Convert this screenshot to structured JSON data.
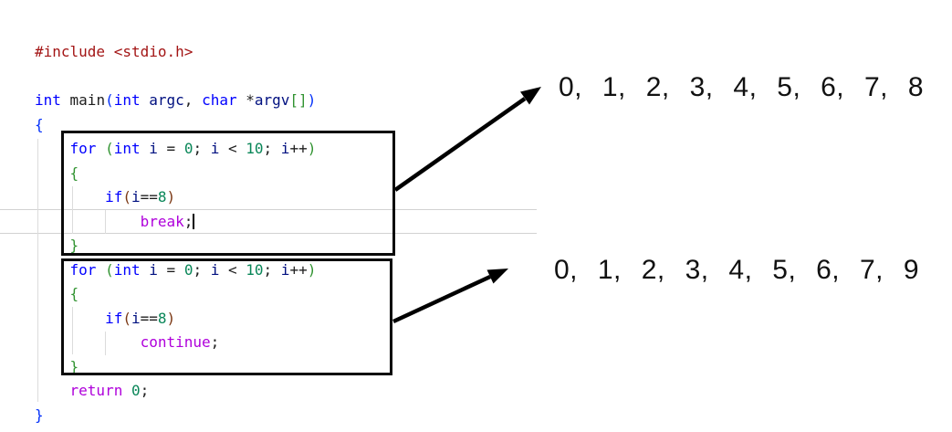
{
  "editor": {
    "token_colors": {
      "plain": "#1e1e1e",
      "preproc": "#a31515",
      "type": "#0000ff",
      "kw": "#0000ff",
      "ctrl": "#af00db",
      "var": "#001080",
      "num": "#098658",
      "b1": "#0431fa",
      "b2": "#319331",
      "b3": "#7b3814"
    },
    "lines": [
      {
        "tokens": [
          {
            "t": "#include ",
            "c": "preproc"
          },
          {
            "t": "<stdio.h>",
            "c": "preproc"
          }
        ]
      },
      {
        "tokens": []
      },
      {
        "tokens": [
          {
            "t": "int",
            "c": "type"
          },
          {
            "t": " main",
            "c": "plain"
          },
          {
            "t": "(",
            "c": "b1"
          },
          {
            "t": "int",
            "c": "type"
          },
          {
            "t": " ",
            "c": "plain"
          },
          {
            "t": "argc",
            "c": "var"
          },
          {
            "t": ", ",
            "c": "plain"
          },
          {
            "t": "char",
            "c": "type"
          },
          {
            "t": " *",
            "c": "plain"
          },
          {
            "t": "argv",
            "c": "var"
          },
          {
            "t": "[]",
            "c": "b2"
          },
          {
            "t": ")",
            "c": "b1"
          }
        ]
      },
      {
        "tokens": [
          {
            "t": "{",
            "c": "b1"
          }
        ]
      },
      {
        "tokens": [
          {
            "t": "    ",
            "c": "plain"
          },
          {
            "t": "for",
            "c": "kw"
          },
          {
            "t": " ",
            "c": "plain"
          },
          {
            "t": "(",
            "c": "b2"
          },
          {
            "t": "int",
            "c": "type"
          },
          {
            "t": " ",
            "c": "plain"
          },
          {
            "t": "i",
            "c": "var"
          },
          {
            "t": " = ",
            "c": "plain"
          },
          {
            "t": "0",
            "c": "num"
          },
          {
            "t": "; ",
            "c": "plain"
          },
          {
            "t": "i",
            "c": "var"
          },
          {
            "t": " < ",
            "c": "plain"
          },
          {
            "t": "10",
            "c": "num"
          },
          {
            "t": "; ",
            "c": "plain"
          },
          {
            "t": "i",
            "c": "var"
          },
          {
            "t": "++",
            "c": "plain"
          },
          {
            "t": ")",
            "c": "b2"
          }
        ]
      },
      {
        "tokens": [
          {
            "t": "    ",
            "c": "plain"
          },
          {
            "t": "{",
            "c": "b2"
          }
        ]
      },
      {
        "tokens": [
          {
            "t": "        ",
            "c": "plain"
          },
          {
            "t": "if",
            "c": "kw"
          },
          {
            "t": "(",
            "c": "b3"
          },
          {
            "t": "i",
            "c": "var"
          },
          {
            "t": "==",
            "c": "plain"
          },
          {
            "t": "8",
            "c": "num"
          },
          {
            "t": ")",
            "c": "b3"
          }
        ]
      },
      {
        "tokens": [
          {
            "t": "            ",
            "c": "plain"
          },
          {
            "t": "break",
            "c": "ctrl"
          },
          {
            "t": ";",
            "c": "plain",
            "cursor": true
          }
        ]
      },
      {
        "tokens": [
          {
            "t": "    ",
            "c": "plain"
          },
          {
            "t": "}",
            "c": "b2"
          }
        ]
      },
      {
        "tokens": [
          {
            "t": "    ",
            "c": "plain"
          },
          {
            "t": "for",
            "c": "kw"
          },
          {
            "t": " ",
            "c": "plain"
          },
          {
            "t": "(",
            "c": "b2"
          },
          {
            "t": "int",
            "c": "type"
          },
          {
            "t": " ",
            "c": "plain"
          },
          {
            "t": "i",
            "c": "var"
          },
          {
            "t": " = ",
            "c": "plain"
          },
          {
            "t": "0",
            "c": "num"
          },
          {
            "t": "; ",
            "c": "plain"
          },
          {
            "t": "i",
            "c": "var"
          },
          {
            "t": " < ",
            "c": "plain"
          },
          {
            "t": "10",
            "c": "num"
          },
          {
            "t": "; ",
            "c": "plain"
          },
          {
            "t": "i",
            "c": "var"
          },
          {
            "t": "++",
            "c": "plain"
          },
          {
            "t": ")",
            "c": "b2"
          }
        ]
      },
      {
        "tokens": [
          {
            "t": "    ",
            "c": "plain"
          },
          {
            "t": "{",
            "c": "b2"
          }
        ]
      },
      {
        "tokens": [
          {
            "t": "        ",
            "c": "plain"
          },
          {
            "t": "if",
            "c": "kw"
          },
          {
            "t": "(",
            "c": "b3"
          },
          {
            "t": "i",
            "c": "var"
          },
          {
            "t": "==",
            "c": "plain"
          },
          {
            "t": "8",
            "c": "num"
          },
          {
            "t": ")",
            "c": "b3"
          }
        ]
      },
      {
        "tokens": [
          {
            "t": "            ",
            "c": "plain"
          },
          {
            "t": "continue",
            "c": "ctrl"
          },
          {
            "t": ";",
            "c": "plain"
          }
        ]
      },
      {
        "tokens": [
          {
            "t": "    ",
            "c": "plain"
          },
          {
            "t": "}",
            "c": "b2"
          }
        ]
      },
      {
        "tokens": [
          {
            "t": "    ",
            "c": "plain"
          },
          {
            "t": "return",
            "c": "ctrl"
          },
          {
            "t": " ",
            "c": "plain"
          },
          {
            "t": "0",
            "c": "num"
          },
          {
            "t": ";",
            "c": "plain"
          }
        ]
      },
      {
        "tokens": [
          {
            "t": "}",
            "c": "b1"
          }
        ]
      }
    ]
  },
  "annotations": {
    "box_color": "#0a0a0a",
    "arrow_color": "#000000"
  },
  "outputs": {
    "break_output": "0, 1, 2, 3, 4, 5, 6, 7, 8",
    "continue_output": "0, 1, 2, 3, 4, 5, 6, 7, 9"
  }
}
